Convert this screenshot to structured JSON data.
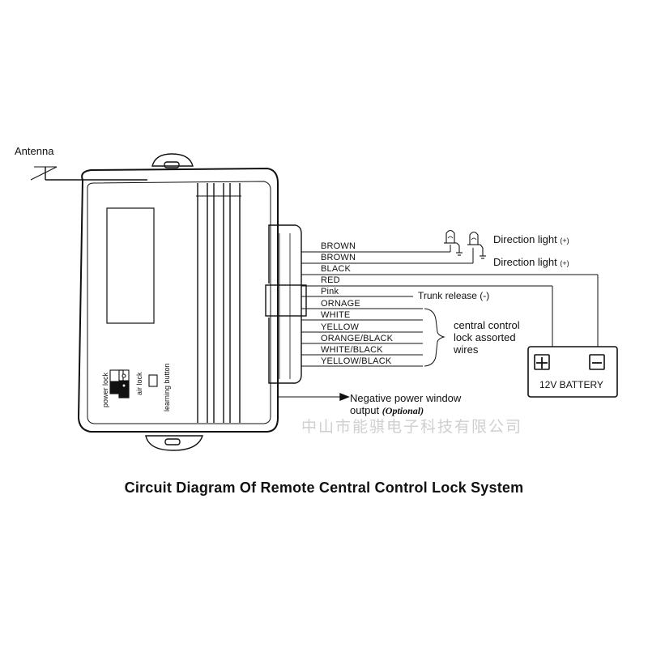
{
  "labels": {
    "antenna": "Antenna",
    "direction_light_1": "Direction light",
    "direction_light_1_sign": "(+)",
    "direction_light_2": "Direction light",
    "direction_light_2_sign": "(+)",
    "trunk_release": "Trunk release (-)",
    "central_lock_1": "central control",
    "central_lock_2": "lock assorted",
    "central_lock_3": "wires",
    "battery": "12V BATTERY",
    "battery_plus": "+",
    "battery_minus": "−",
    "neg_window_1": "Negative power window",
    "neg_window_2": "output",
    "neg_window_optional": "(Optional)",
    "power_lock": "power lock",
    "air_lock": "air lock",
    "learning_button": "learning button"
  },
  "wires": [
    {
      "label": "BROWN"
    },
    {
      "label": "BROWN"
    },
    {
      "label": "BLACK"
    },
    {
      "label": "RED"
    },
    {
      "label": "Pink"
    },
    {
      "label": "ORNAGE"
    },
    {
      "label": "WHITE"
    },
    {
      "label": "YELLOW"
    },
    {
      "label": "ORANGE/BLACK"
    },
    {
      "label": "WHITE/BLACK"
    },
    {
      "label": "YELLOW/BLACK"
    }
  ],
  "watermark": "中山市能骐电子科技有限公司",
  "title": "Circuit  Diagram  Of Remote Central Control Lock System"
}
